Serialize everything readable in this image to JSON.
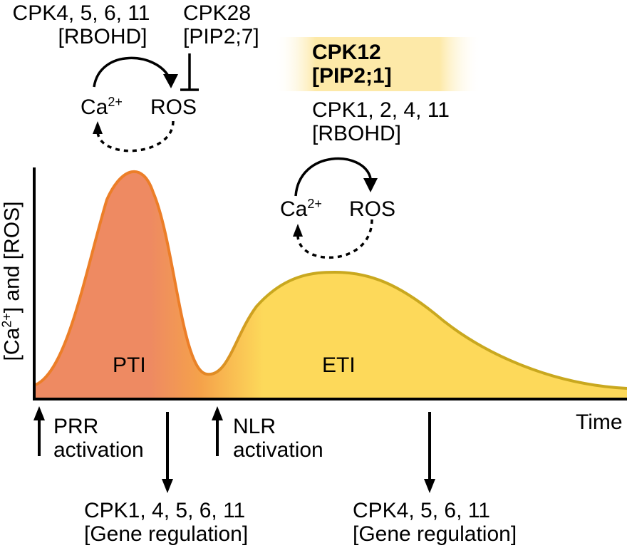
{
  "axes": {
    "y_label": "[Ca2+] and [ROS]",
    "y_label_parts": {
      "open": "[Ca",
      "sup": "2+",
      "close": "] and [ROS]"
    },
    "x_label": "Time"
  },
  "curves": {
    "pti": {
      "label": "PTI",
      "color_start": "#ee8a62",
      "color_stroke": "#ec7e28"
    },
    "eti": {
      "label": "ETI",
      "color_fill": "#fdd95a",
      "color_stroke": "#c9a81f"
    }
  },
  "pti_loop": {
    "ca": "Ca",
    "ca_sup": "2+",
    "ros": "ROS",
    "top_left": {
      "line1": "CPK4, 5, 6, 11",
      "line2": "[RBOHD]"
    },
    "top_right": {
      "line1": "CPK28",
      "line2": "[PIP2;7]"
    }
  },
  "eti_loop": {
    "ca": "Ca",
    "ca_sup": "2+",
    "ros": "ROS",
    "highlight": {
      "line1": "CPK12",
      "line2": "[PIP2;1]",
      "color": "#fde9a8"
    },
    "activators": {
      "line1": "CPK1, 2, 4, 11",
      "line2": "[RBOHD]"
    }
  },
  "events": {
    "prr": {
      "line1": "PRR",
      "line2": "activation"
    },
    "nlr": {
      "line1": "NLR",
      "line2": "activation"
    },
    "pti_gene": {
      "line1": "CPK1, 4, 5, 6, 11",
      "line2": "[Gene regulation]"
    },
    "eti_gene": {
      "line1": "CPK4, 5, 6, 11",
      "line2": "[Gene regulation]"
    }
  }
}
